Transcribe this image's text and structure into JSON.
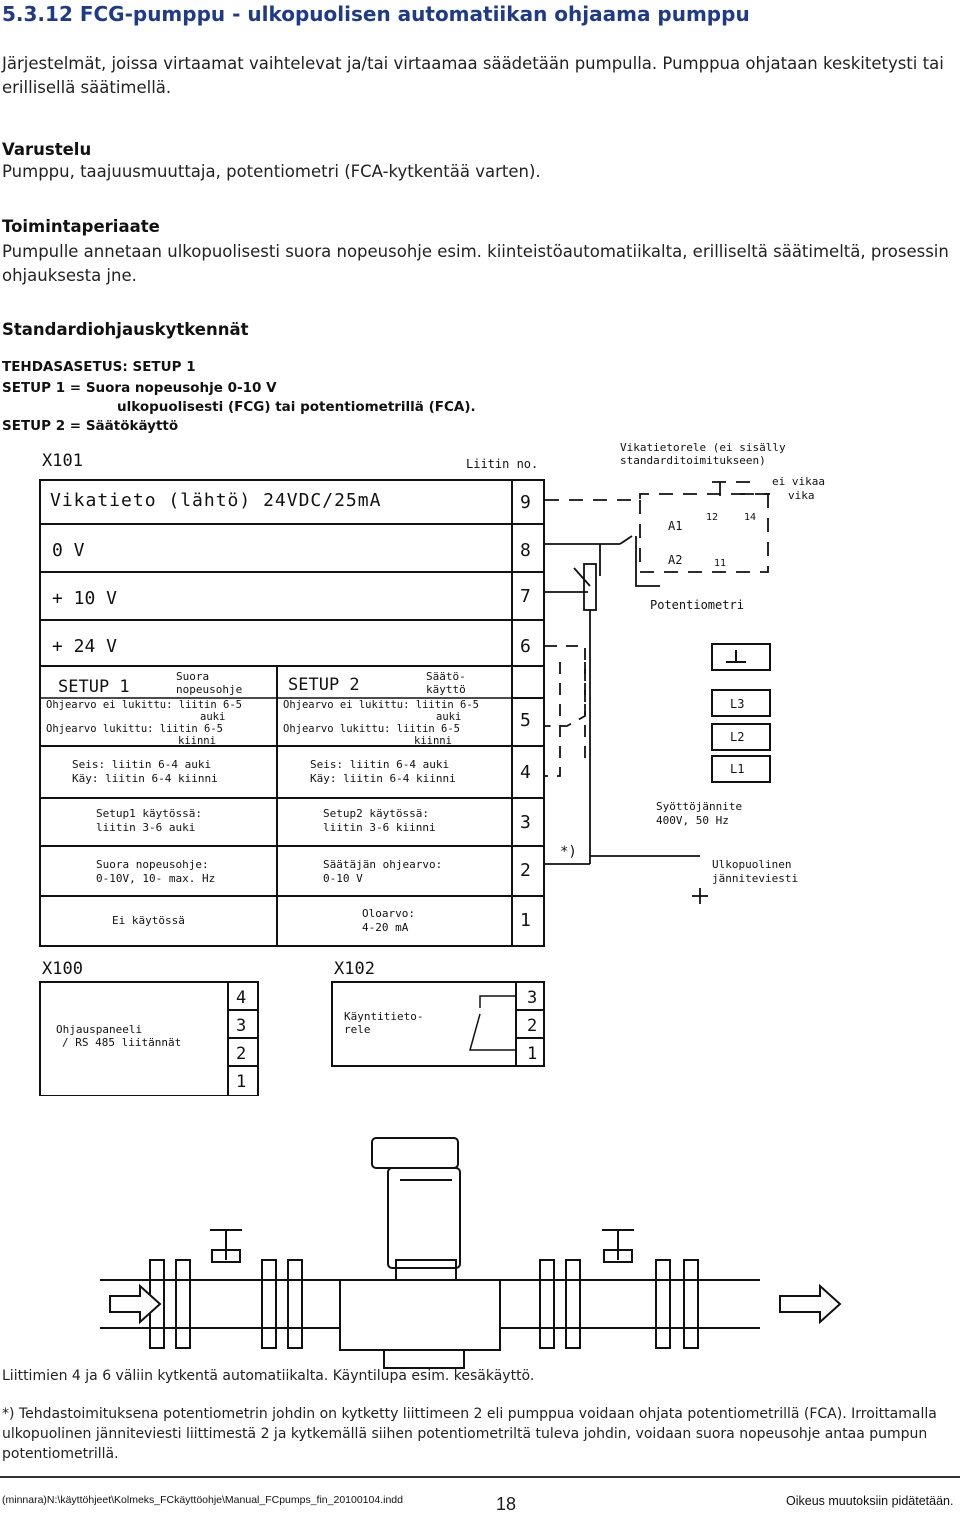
{
  "heading": "5.3.12 FCG-pumppu - ulkopuolisen automatiikan ohjaama pumppu",
  "intro": "Järjestelmät, joissa virtaamat vaihtelevat ja/tai virtaamaa säädetään pumpulla. Pumppua ohjataan keskitetysti tai erillisellä säätimellä.",
  "varustelu": {
    "title": "Varustelu",
    "text": "Pumppu, taajuusmuuttaja, potentiometri (FCA-kytkentää varten)."
  },
  "toiminta": {
    "title": "Toimintaperiaate",
    "text": "Pumpulle annetaan ulkopuolisesti suora nopeusohje esim. kiinteistöautomatiikalta, erilliseltä säätimeltä, prosessin ohjauksesta jne."
  },
  "standard": {
    "title": "Standardiohjauskytkennät",
    "lines": [
      "TEHDASASETUS: SETUP 1",
      "SETUP 1 = Suora nopeusohje 0-10 V",
      "ulkopuolisesti (FCG) tai potentiometrillä (FCA).",
      "SETUP 2 = Säätökäyttö"
    ]
  },
  "diagram": {
    "x101": "X101",
    "liitin_no": "Liitin no.",
    "rows": [
      {
        "num": "9",
        "label": "Vikatieto (lähtö) 24VDC/25mA"
      },
      {
        "num": "8",
        "label": "0 V"
      },
      {
        "num": "7",
        "label": "+ 10 V"
      },
      {
        "num": "6",
        "label": "+ 24 V"
      },
      {
        "num": "5",
        "label": ""
      },
      {
        "num": "4",
        "label": ""
      },
      {
        "num": "3",
        "label": ""
      },
      {
        "num": "2",
        "label": ""
      },
      {
        "num": "1",
        "label": ""
      }
    ],
    "setup1_title": "SETUP 1",
    "setup1_sub1": "Suora",
    "setup1_sub2": "nopeusohje",
    "setup2_title": "SETUP 2",
    "setup2_sub1": "Säätö-",
    "setup2_sub2": "käyttö",
    "s1_r5_a": "Ohjearvo ei lukittu: liitin 6-5",
    "s1_r5_b": "auki",
    "s1_r5_c": "Ohjearvo lukittu: liitin 6-5",
    "s1_r5_d": "kiinni",
    "s2_r5_a": "Ohjearvo ei lukittu: liitin 6-5",
    "s2_r5_b": "auki",
    "s2_r5_c": "Ohjearvo lukittu: liitin 6-5",
    "s2_r5_d": "kiinni",
    "s1_r4_a": "Seis: liitin 6-4 auki",
    "s1_r4_b": "Käy: liitin 6-4 kiinni",
    "s2_r4_a": "Seis: liitin 6-4 auki",
    "s2_r4_b": "Käy: liitin 6-4 kiinni",
    "s1_r3_a": "Setup1 käytössä:",
    "s1_r3_b": "liitin 3-6 auki",
    "s2_r3_a": "Setup2 käytössä:",
    "s2_r3_b": "liitin 3-6 kiinni",
    "s1_r2_a": "Suora nopeusohje:",
    "s1_r2_b": "0-10V, 10- max. Hz",
    "s2_r2_a": "Säätäjän ohjearvo:",
    "s2_r2_b": "0-10 V",
    "s1_r1_a": "Ei käytössä",
    "s2_r1_a": "Oloarvo:",
    "s2_r1_b": "4-20 mA",
    "relay_title_1": "Vikatietorele (ei sisälly",
    "relay_title_2": "standarditoimitukseen)",
    "ei_vikaa": "ei vikaa",
    "vika": "vika",
    "a1": "A1",
    "a2": "A2",
    "n12": "12",
    "n14": "14",
    "n11": "11",
    "potentiometri": "Potentiometri",
    "l3": "L3",
    "l2": "L2",
    "l1": "L1",
    "syotto_1": "Syöttöjännite",
    "syotto_2": "400V, 50 Hz",
    "star": "*)",
    "ulko_1": "Ulkopuolinen",
    "ulko_2": "jänniteviesti",
    "x100": "X100",
    "x100_text_1": "Ohjauspaneeli",
    "x100_text_2": "/ RS 485 liitännät",
    "x100_nums": [
      "4",
      "3",
      "2",
      "1"
    ],
    "x102": "X102",
    "x102_text_1": "Käyntitieto-",
    "x102_text_2": "rele",
    "x102_nums": [
      "3",
      "2",
      "1"
    ]
  },
  "notes": {
    "line1": "Liittimien 4 ja 6 väliin kytkentä automatiikalta. Käyntilupa esim. kesäkäyttö.",
    "line2": "*) Tehdastoimituksena potentiometrin johdin on kytketty liittimeen 2 eli pumppua voidaan ohjata potentiometrillä (FCA). Irroittamalla ulkopuolinen jänniteviesti liittimestä 2 ja kytkemällä siihen potentiometriltä tuleva johdin, voidaan suora nopeusohje antaa pumpun potentiometrillä."
  },
  "footer": {
    "path": "(minnara)N:\\käyttöhjeet\\Kolmeks_FCkäyttöohje\\Manual_FCpumps_fin_20100104.indd",
    "page": "18",
    "rights": "Oikeus muutoksiin pidätetään."
  }
}
